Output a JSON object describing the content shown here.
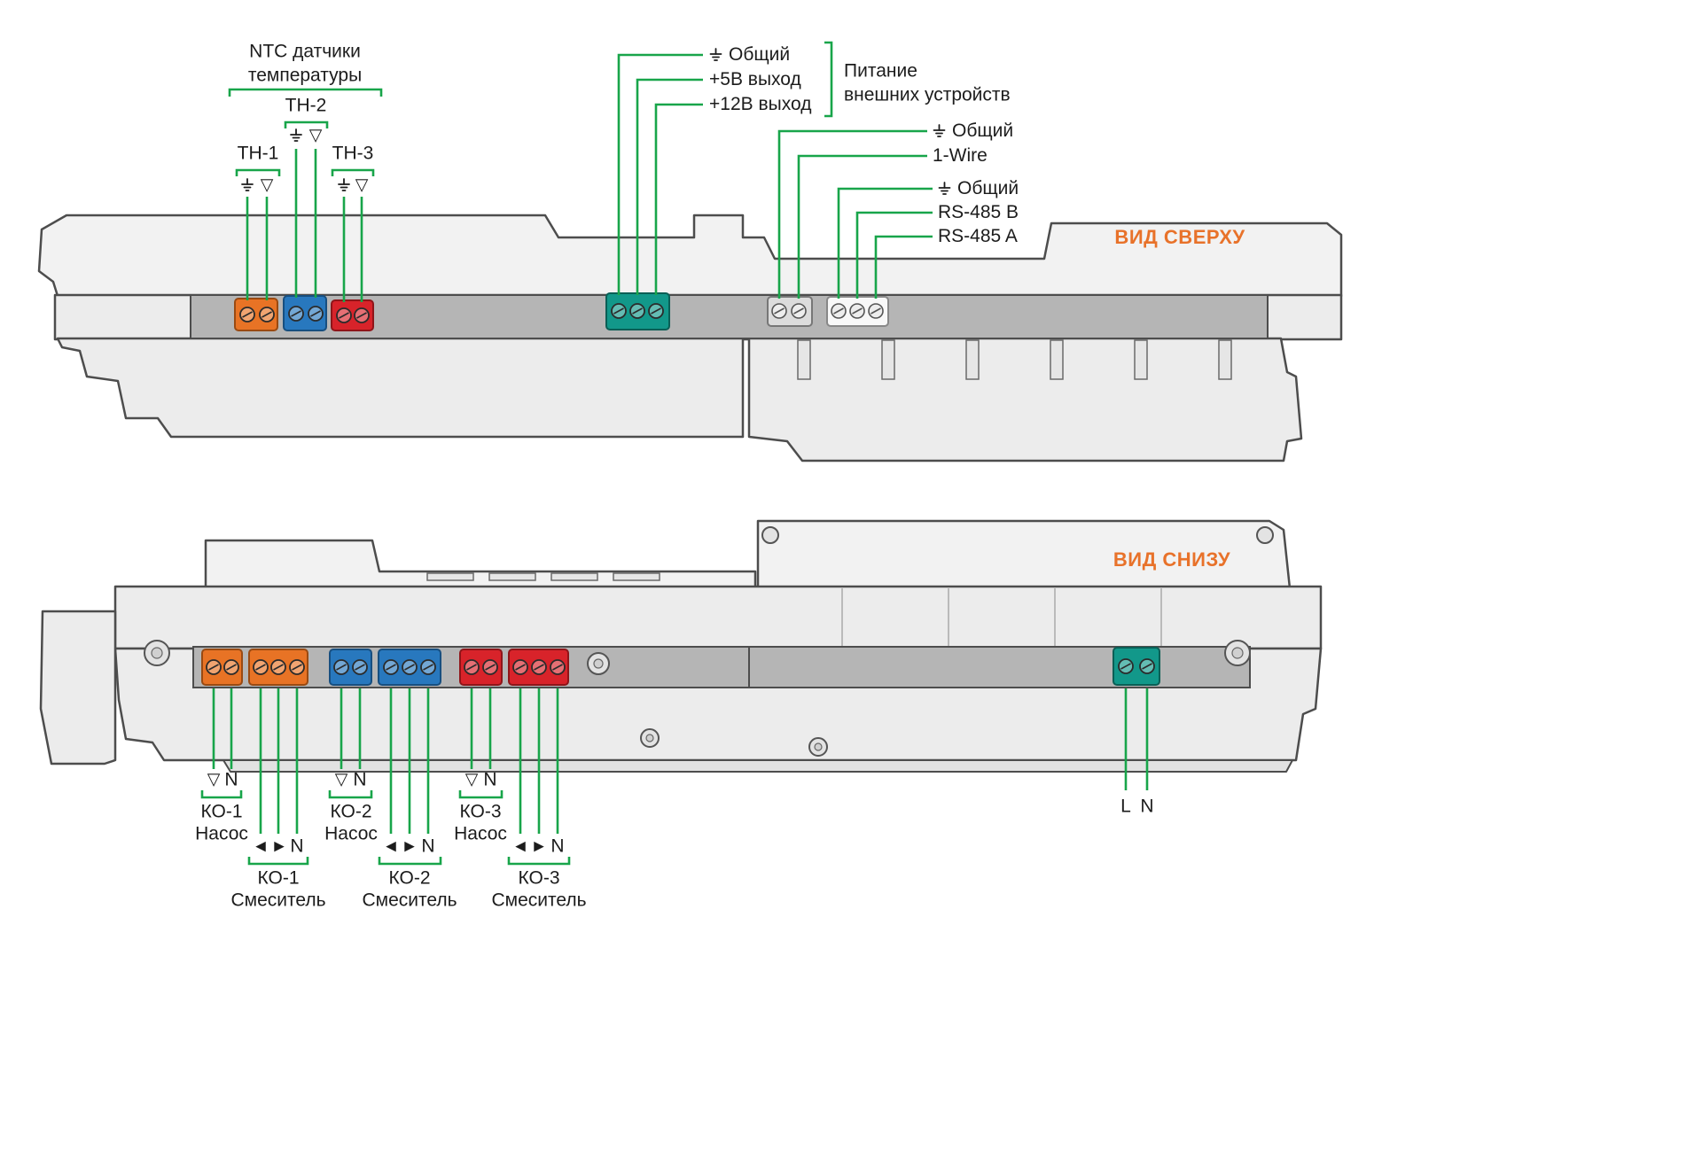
{
  "colors": {
    "leader_green": "#18a54a",
    "accent_orange": "#e8722a",
    "terminal_orange": "#e87325",
    "terminal_blue": "#2878be",
    "terminal_red": "#d8232a",
    "terminal_teal": "#12988a",
    "terminal_gray": "#dcdcdc",
    "terminal_white": "#f8f8f8"
  },
  "top_view": {
    "view_label": "ВИД СВЕРХУ",
    "ntc_group_label": "NTC датчики температуры",
    "sensors": [
      {
        "label": "ТН-1",
        "phase": "▽"
      },
      {
        "label": "ТН-2",
        "phase": "▽"
      },
      {
        "label": "ТН-3",
        "phase": "▽"
      }
    ],
    "power_group": {
      "labels": [
        "Общий",
        "+5В выход",
        "+12В выход"
      ],
      "group_label_lines": [
        "Питание",
        "внешних устройств"
      ]
    },
    "onewire_group": {
      "labels": [
        "Общий",
        "1-Wire"
      ]
    },
    "rs485_group": {
      "labels": [
        "Общий",
        "RS-485 B",
        "RS-485 A"
      ]
    }
  },
  "bottom_view": {
    "view_label": "ВИД СНИЗУ",
    "symbols": {
      "phase": "▽",
      "neutral": "N",
      "open": "◀",
      "close": "▶"
    },
    "pumps": [
      {
        "id": "КО-1",
        "name": "Насос"
      },
      {
        "id": "КО-2",
        "name": "Насос"
      },
      {
        "id": "КО-3",
        "name": "Насос"
      }
    ],
    "mixers": [
      {
        "id": "КО-1",
        "name": "Смеситель"
      },
      {
        "id": "КО-2",
        "name": "Смеситель"
      },
      {
        "id": "КО-3",
        "name": "Смеситель"
      }
    ],
    "mains": {
      "line": "L",
      "neutral": "N"
    }
  }
}
